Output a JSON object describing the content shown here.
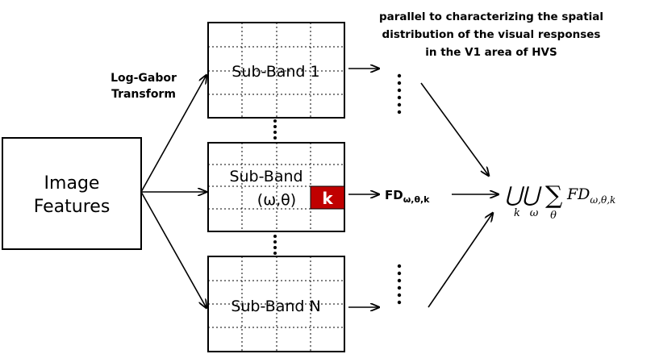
{
  "input_box": {
    "line1": "Image",
    "line2": "Features"
  },
  "transform_label": {
    "line1": "Log-Gabor",
    "line2": "Transform"
  },
  "note": {
    "line1": "parallel to characterizing the spatial",
    "line2": "distribution of the visual responses",
    "line3": "in the V1 area of HVS"
  },
  "bands": {
    "band1": "Sub-Band 1",
    "band_mid_line1": "Sub-Band",
    "band_mid_line2": "(ω,θ)",
    "band_n": "Sub-Band N",
    "k_label": "k"
  },
  "feature_label": {
    "main": "FD",
    "sub": "ω,θ,k"
  },
  "formula": {
    "union_symbols": "⋃⋃",
    "sum_symbol": "∑",
    "body": "FD",
    "body_sub": "ω,θ,k",
    "under_k": "k",
    "under_omega": "ω",
    "under_theta": "θ"
  },
  "colors": {
    "highlight_cell": "#c00000",
    "lines": "#000000"
  }
}
